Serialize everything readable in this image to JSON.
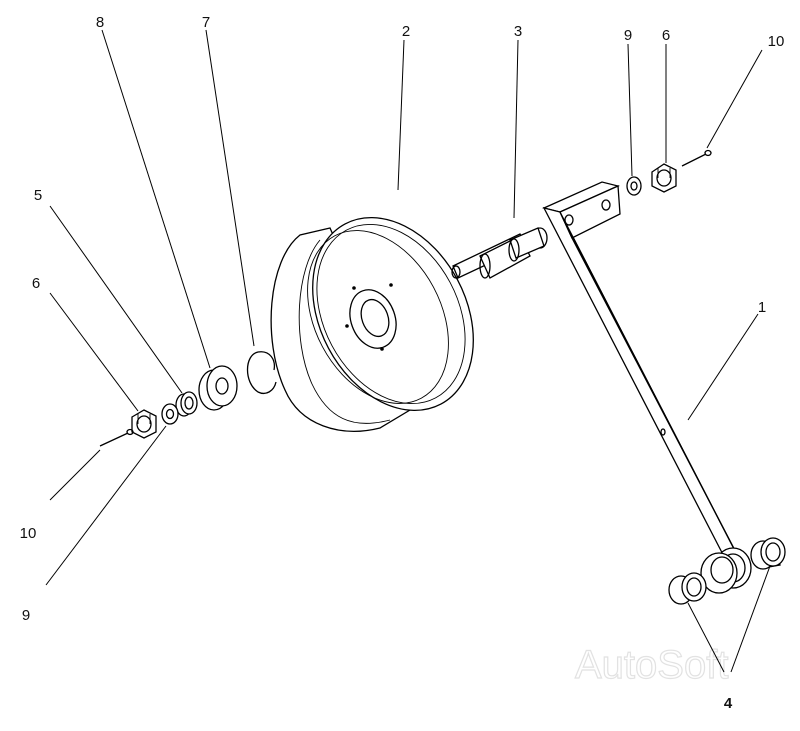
{
  "diagram": {
    "watermark": "AutoSoft",
    "labels": {
      "l1": "1",
      "l2": "2",
      "l3": "3",
      "l4": "4",
      "l5": "5",
      "l6a": "6",
      "l6b": "6",
      "l7": "7",
      "l8": "8",
      "l9a": "9",
      "l9b": "9",
      "l10a": "10",
      "l10b": "10"
    }
  }
}
